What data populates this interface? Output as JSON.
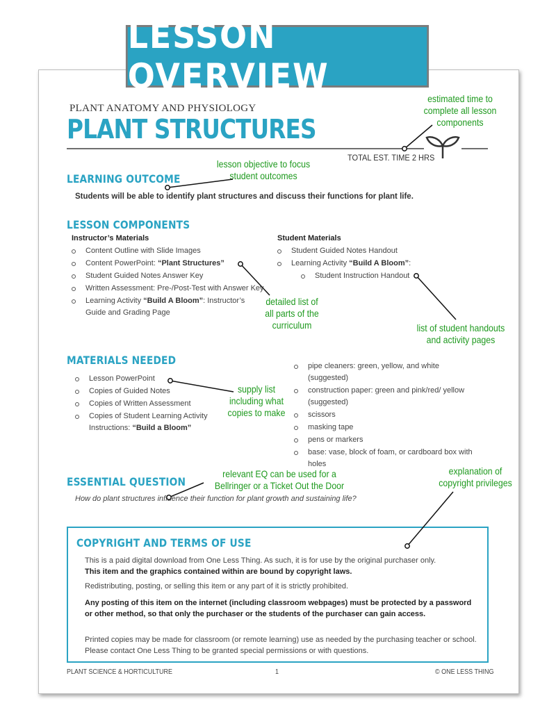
{
  "banner": "LESSON OVERVIEW",
  "doc": {
    "supertitle": "PLANT ANATOMY AND PHYSIOLOGY",
    "title": "PLANT STRUCTURES",
    "est_time": "TOTAL EST. TIME 2 HRS",
    "icon": "sprout-icon"
  },
  "learning_outcome": {
    "heading": "LEARNING OUTCOME",
    "text": "Students will be able to identify plant structures and discuss their functions for plant life."
  },
  "lesson_components": {
    "heading": "LESSON COMPONENTS",
    "instructor": {
      "heading": "Instructor’s Materials",
      "items": [
        {
          "text": "Content Outline with Slide Images"
        },
        {
          "pre": "Content PowerPoint: ",
          "quoted": "“Plant Structures”"
        },
        {
          "text": "Student Guided Notes Answer Key"
        },
        {
          "text": "Written Assessment: Pre-/Post-Test with Answer Key"
        },
        {
          "pre": "Learning Activity ",
          "quoted": "“Build A Bloom”",
          "post": ": Instructor’s Guide and Grading Page"
        }
      ]
    },
    "student": {
      "heading": "Student Materials",
      "items": [
        {
          "text": "Student Guided Notes Handout"
        },
        {
          "pre": "Learning Activity ",
          "quoted": "“Build A Bloom”",
          "post": ":"
        }
      ],
      "subitems": [
        "Student Instruction Handout"
      ]
    }
  },
  "materials_needed": {
    "heading": "MATERIALS NEEDED",
    "left": [
      {
        "text": "Lesson PowerPoint"
      },
      {
        "text": "Copies of Guided Notes"
      },
      {
        "text": "Copies of Written Assessment"
      },
      {
        "pre": "Copies of Student Learning Activity Instructions: ",
        "quoted": "“Build a Bloom”"
      }
    ],
    "right": [
      "pipe cleaners: green, yellow, and white (suggested)",
      "construction paper: green and pink/red/ yellow (suggested)",
      "scissors",
      "masking tape",
      "pens or markers",
      "base: vase, block of foam, or cardboard box with holes"
    ]
  },
  "essential_question": {
    "heading": "ESSENTIAL QUESTION",
    "text": "How do plant structures influence their function for plant growth and sustaining life?"
  },
  "copyright": {
    "heading": "COPYRIGHT AND TERMS OF USE",
    "p1": "This is a paid digital download from One Less Thing. As such, it is for use by the original purchaser only.",
    "p1b": "This item and the graphics contained within are bound by copyright laws.",
    "p2": "Redistributing, posting, or selling this item or any part of it is strictly prohibited.",
    "p3": "Any posting of this item on the internet (including classroom webpages) must be protected by a password or other method, so that only the purchaser or the students of the purchaser can gain access.",
    "p4": "Printed copies may be made for classroom (or remote learning) use as needed by the purchasing teacher or school. Please contact One Less Thing to be granted special permissions or with questions."
  },
  "footer": {
    "left": "PLANT SCIENCE & HORTICULTURE",
    "page": "1",
    "right": "© ONE LESS THING"
  },
  "annotations": {
    "time": "estimated time to complete all lesson components",
    "objective": "lesson objective to focus student outcomes",
    "components": "detailed list of all parts of the curriculum",
    "handouts": "list of student handouts and activity pages",
    "supply": "supply list including what copies to make",
    "eq": "relevant EQ can be used for a Bellringer or a Ticket Out the Door",
    "copyright": "explanation of copyright privileges"
  },
  "colors": {
    "accent": "#2aa3c3",
    "annotation": "#1f9a1f",
    "banner_border": "#7c7c7c"
  }
}
